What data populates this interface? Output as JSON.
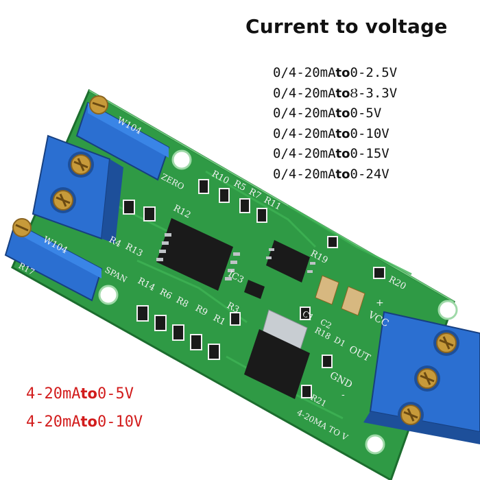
{
  "title": "Current to voltage",
  "specs": [
    {
      "range": "0/4-20mA",
      "to": "to",
      "out": "0-2.5V"
    },
    {
      "range": "0/4-20mA",
      "to": "to",
      "out": "Ȣ-3.3V"
    },
    {
      "range": "0/4-20mA",
      "to": "to",
      "out": "0-5V"
    },
    {
      "range": "0/4-20mA",
      "to": "to",
      "out": "0-10V"
    },
    {
      "range": "0/4-20mA",
      "to": "to",
      "out": "0-15V"
    },
    {
      "range": "0/4-20mA",
      "to": "to",
      "out": "0-24V"
    }
  ],
  "highlight": [
    {
      "range": "4-20mA",
      "to": "to",
      "out": "0-5V"
    },
    {
      "range": "4-20mA",
      "to": "to",
      "out": "0-10V"
    }
  ],
  "board": {
    "silkscreen": {
      "zero": "ZERO",
      "span": "SPAN",
      "pot_top": "W104",
      "pot_bottom": "W104",
      "r10": "R10",
      "r5": "R5",
      "r7": "R7",
      "r11": "R11",
      "r12": "R12",
      "r4": "R4",
      "r13": "R13",
      "r17": "R17",
      "r14": "R14",
      "r6": "R6",
      "r8": "R8",
      "r9": "R9",
      "r1": "R1",
      "r3": "R3",
      "ic3": "IC3",
      "r19": "R19",
      "r20": "R20",
      "c1": "C1",
      "c2": "C2",
      "vcc": "VCC",
      "plus": "+",
      "r18": "R18",
      "d1": "D1",
      "out": "OUT",
      "gnd": "GND",
      "minus": "-",
      "r21": "R21",
      "input_label": "4-20MA TO V"
    }
  },
  "colors": {
    "pcb": "#2f9a45",
    "pcb_dark": "#1f7a33",
    "terminal": "#2b6fd1",
    "terminal_dark": "#1d4f9a",
    "screw": "#c79a3a",
    "highlight_text": "#d21c1c"
  }
}
